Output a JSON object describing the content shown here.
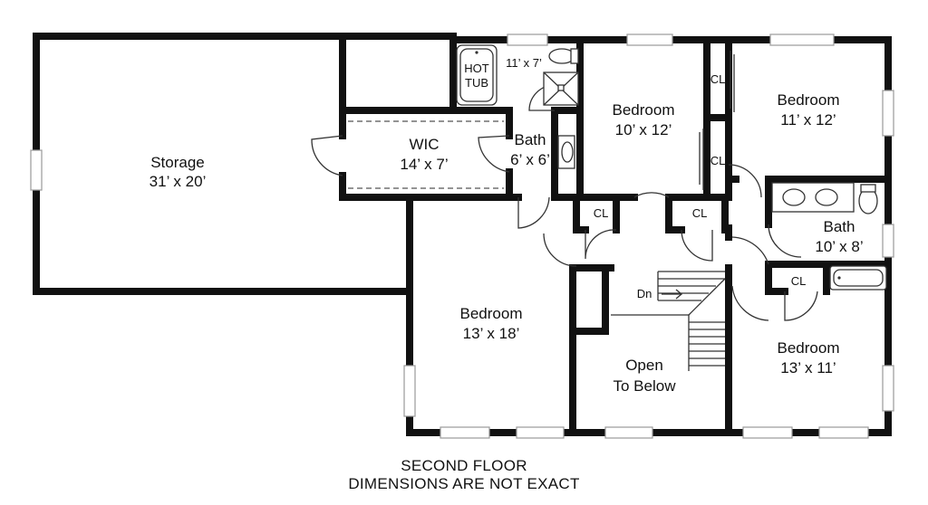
{
  "rooms": {
    "storage": {
      "name": "Storage",
      "dims": "31’ x 20’"
    },
    "wic": {
      "name": "WIC",
      "dims": "14’ x 7’"
    },
    "hot_tub": {
      "line1": "HOT",
      "line2": "TUB"
    },
    "small_bath_dims": "11’ x 7’",
    "bath_small": {
      "name": "Bath",
      "dims": "6’ x 6’"
    },
    "bedroom_top_center": {
      "name": "Bedroom",
      "dims": "10’ x 12’"
    },
    "bedroom_top_right": {
      "name": "Bedroom",
      "dims": "11’ x 12’"
    },
    "bath_right": {
      "name": "Bath",
      "dims": "10’ x 8’"
    },
    "bedroom_center": {
      "name": "Bedroom",
      "dims": "13’ x 18’"
    },
    "open_to_below": {
      "line1": "Open",
      "line2": "To Below"
    },
    "bedroom_bottom_right": {
      "name": "Bedroom",
      "dims": "13’ x 11’"
    },
    "stair_label": "Dn"
  },
  "closet_label": "CL",
  "caption": {
    "line1": "SECOND FLOOR",
    "line2": "DIMENSIONS ARE NOT EXACT"
  },
  "colors": {
    "wall": "#111111",
    "window": "#9a9a9a",
    "background": "#ffffff"
  }
}
